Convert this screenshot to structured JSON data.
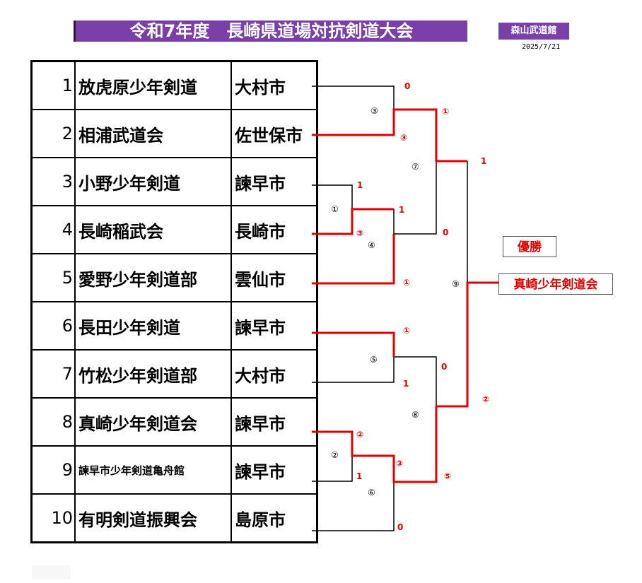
{
  "header": {
    "title": "令和7年度　長崎県道場対抗剣道大会",
    "venue": "森山武道館",
    "date": "2025/7/21"
  },
  "teams": [
    {
      "num": "1",
      "name": "放虎原少年剣道",
      "city": "大村市"
    },
    {
      "num": "2",
      "name": "相浦武道会",
      "city": "佐世保市"
    },
    {
      "num": "3",
      "name": "小野少年剣道",
      "city": "諫早市"
    },
    {
      "num": "4",
      "name": "長崎稲武会",
      "city": "長崎市"
    },
    {
      "num": "5",
      "name": "愛野少年剣道部",
      "city": "雲仙市"
    },
    {
      "num": "6",
      "name": "長田少年剣道",
      "city": "諫早市"
    },
    {
      "num": "7",
      "name": "竹松少年剣道部",
      "city": "大村市"
    },
    {
      "num": "8",
      "name": "真崎少年剣道会",
      "city": "諫早市"
    },
    {
      "num": "9",
      "name": "諫早市少年剣道亀舟館",
      "city": "諫早市"
    },
    {
      "num": "10",
      "name": "有明剣道振興会",
      "city": "島原市"
    }
  ],
  "result": {
    "winner_label": "優勝",
    "champion": "真崎少年剣道会"
  },
  "matches": {
    "m1": "①",
    "m2": "②",
    "m3": "③",
    "m4": "④",
    "m5": "⑤",
    "m6": "⑥",
    "m7": "⑦",
    "m8": "⑧",
    "m9": "⑨"
  },
  "scores": {
    "m3_top": "0",
    "m3_bottom": "③",
    "m1_top": "1",
    "m1_bottom": "③",
    "m4_top": "1",
    "m4_bottom": "①",
    "m7_top": "①",
    "m7_bottom": "0",
    "m9_top": "1",
    "m9_bottom": "②",
    "m5_top": "①",
    "m5_bottom": "1",
    "m2_top": "②",
    "m2_bottom": "1",
    "m6_top": "③",
    "m6_bottom": "0",
    "m8_top": "0",
    "m8_bottom": "⑤"
  },
  "colors": {
    "accent": "#7b3fa8",
    "winner_line": "#e00000"
  }
}
